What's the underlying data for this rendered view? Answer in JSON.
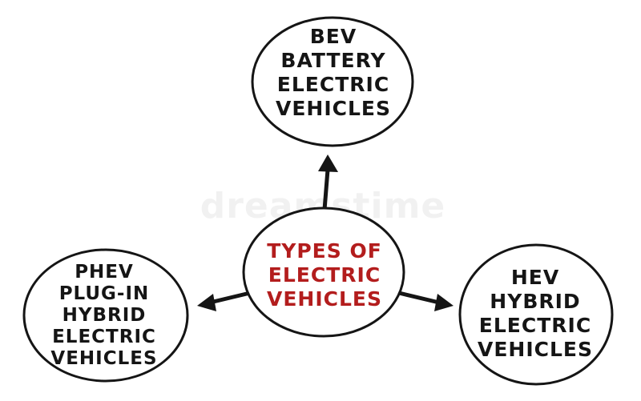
{
  "colors": {
    "ink": "#151515",
    "accent": "#b31d1d"
  },
  "center": {
    "lines": [
      "TYPES OF",
      "ELECTRIC",
      "VEHICLES"
    ]
  },
  "bev": {
    "lines": [
      "BEV",
      "BATTERY",
      "ELECTRIC",
      "VEHICLES"
    ]
  },
  "phev": {
    "lines": [
      "PHEV",
      "PLUG-IN",
      "HYBRID",
      "ELECTRIC",
      "VEHICLES"
    ]
  },
  "hev": {
    "lines": [
      "HEV",
      "HYBRID",
      "ELECTRIC",
      "VEHICLES"
    ]
  },
  "watermark": "dreamstime"
}
